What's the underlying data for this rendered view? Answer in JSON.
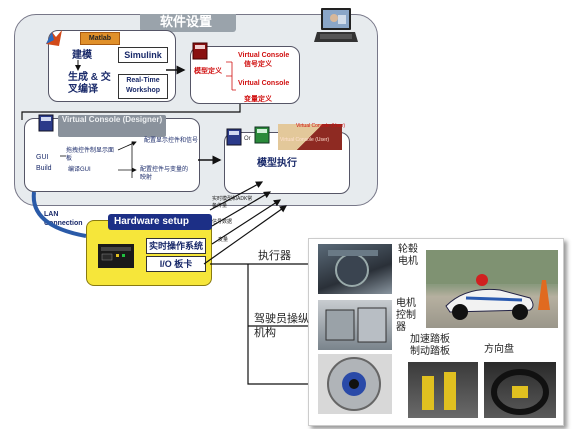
{
  "title": "软件设置",
  "matlab": "Matlab",
  "model_build": "建模",
  "simulink": "Simulink",
  "gen_compile": "生成 & 交叉编译",
  "rtw": "Real-Time Workshop",
  "vc_model_def": "模型定义",
  "vc1": "Virtual Console",
  "vc1_sub": "信号定义",
  "vc2": "Virtual Console",
  "vc2_sub": "变量定义",
  "designer_title": "Virtual Console (Designer)",
  "gui_build": "GUI Build",
  "drag_controls": "拖拽控件制显示面板",
  "compile_gui": "编译GUI",
  "config_display": "配置显示控件和信号",
  "config_vars": "配置控件与变量的映射",
  "vc_user": "Virtual Console (User)",
  "vc_user2": "Virtual Console (User)",
  "or_label": "Or",
  "model_exec": "模型执行",
  "lan": "LAN Connection",
  "hardware_setup": "Hardware setup",
  "rtos": "实时操作系统",
  "io_card": "I/O 板卡",
  "rt_model": "实时模型和ADK常备传量",
  "signal_data": "信号数据",
  "variables": "变量",
  "actuator": "执行器",
  "driver_mech": "驾驶员操纵机构",
  "hub_motor": "轮毂电机",
  "motor_ctrl": "电机控制器",
  "pedals": "加速踏板制动踏板",
  "steering": "方向盘",
  "colors": {
    "software_panel": "#e7ebee",
    "hardware_panel": "#f6e63a",
    "hardware_header": "#1c2f86",
    "vc_red": "#d01010"
  },
  "icons": [
    "laptop-icon",
    "matlab-logo-icon",
    "vc-doc-icon",
    "designer-doc-icon",
    "user-doc-icon",
    "hardware-box-icon"
  ]
}
